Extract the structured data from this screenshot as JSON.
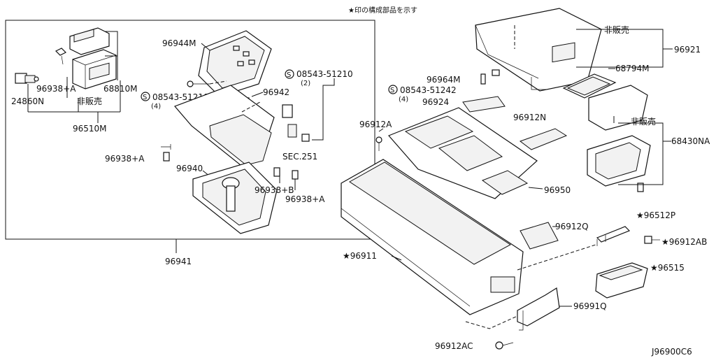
{
  "header": {
    "note": "★印の構成部品を示す"
  },
  "diagram_id": "J96900C6",
  "labels": {
    "p96944M": "96944M",
    "p96938A_top": "96938+A",
    "p68810M": "68810M",
    "p24860N": "24860N",
    "hanbai_left": "非販売",
    "p96510M": "96510M",
    "bolt_left": "08543-51210",
    "bolt_left_qty": "(4)",
    "p96942": "96942",
    "bolt_mid": "08543-51210",
    "bolt_mid_qty": "(2)",
    "p96938A_mid": "96938+A",
    "p96940": "96940",
    "sec251": "SEC.251",
    "p96938B": "96938+B",
    "p96938A_low": "96938+A",
    "p96941": "96941",
    "hanbai_top": "非販売",
    "p96921": "96921",
    "p96964M": "96964M",
    "p68794M": "68794M",
    "bolt_right": "08543-51242",
    "bolt_right_qty": "(4)",
    "p96924": "96924",
    "p96912A": "96912A",
    "p96912N": "96912N",
    "hanbai_right": "非販売",
    "p68430NA": "68430NA",
    "p96950": "96950",
    "p96512P": "★96512P",
    "p96912Q": "96912Q",
    "p96912AB": "★96912AB",
    "p96911": "★96911",
    "p96515": "★96515",
    "p96991Q": "96991Q",
    "p96912AC": "96912AC"
  }
}
